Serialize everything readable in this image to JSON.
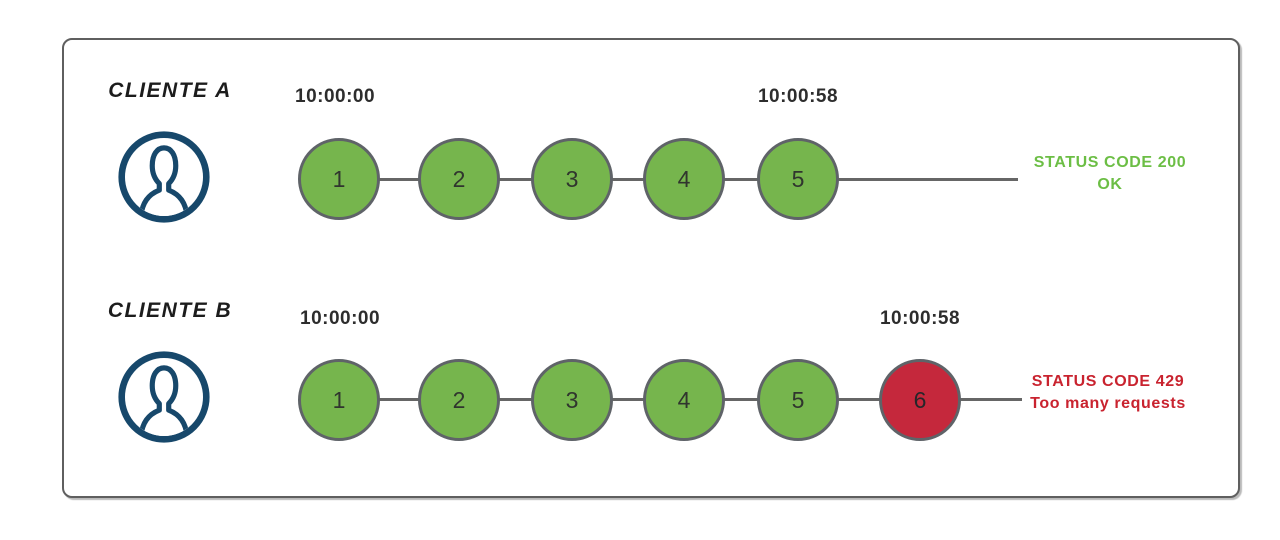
{
  "diagram": {
    "background_color": "#ffffff",
    "frame_border_color": "#5f5f5f",
    "colors": {
      "request_ok_fill": "#76B54D",
      "request_blocked_fill": "#C5283C",
      "circle_border": "#5f6368",
      "timeline_line": "#666666",
      "avatar_navy": "#17486B",
      "success_text": "#6CBE45",
      "error_text": "#C9232F",
      "timestamp_text": "#2d2d2d",
      "label_text": "#1c1c1c"
    }
  },
  "rows": [
    {
      "client_label": "CLIENTE A",
      "avatar_icon": "user-avatar-icon",
      "time_start": "10:00:00",
      "time_end": "10:00:58",
      "requests": [
        "1",
        "2",
        "3",
        "4",
        "5"
      ],
      "status": {
        "line1": "STATUS CODE 200",
        "line2": "OK",
        "type": "success"
      }
    },
    {
      "client_label": "CLIENTE B",
      "avatar_icon": "user-avatar-icon",
      "time_start": "10:00:00",
      "time_end": "10:00:58",
      "requests": [
        "1",
        "2",
        "3",
        "4",
        "5",
        "6"
      ],
      "blocked_request": "6",
      "status": {
        "line1": "STATUS CODE 429",
        "line2": "Too many requests",
        "type": "error"
      }
    }
  ]
}
